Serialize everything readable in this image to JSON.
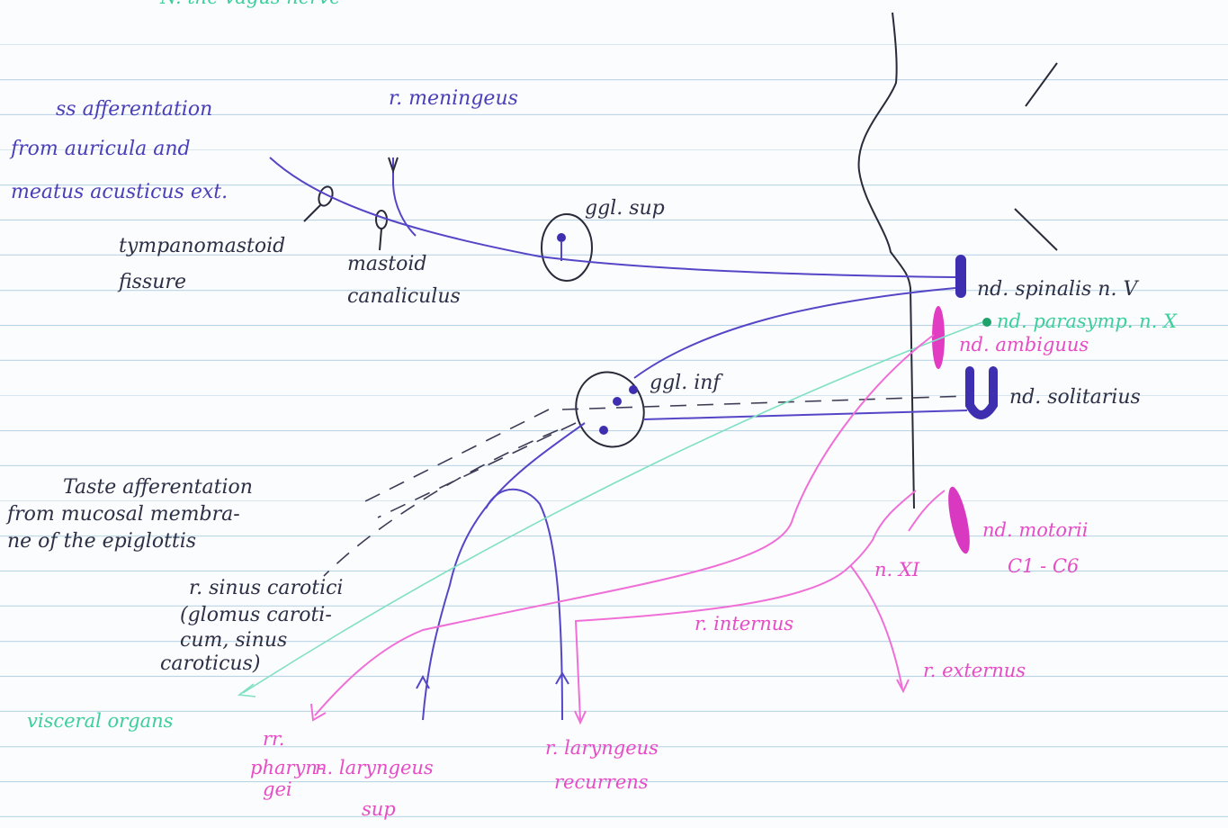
{
  "title": "N. the vagus nerve",
  "labels": {
    "ss_aff_1": "ss afferentation",
    "ss_aff_2": "from auricula and",
    "ss_aff_3": "meatus acusticus ext.",
    "meningeus": "r. meningeus",
    "ggl_sup": "ggl. sup",
    "tympano_1": "tympanomastoid",
    "tympano_2": "fissure",
    "mastoid_1": "mastoid",
    "mastoid_2": "canaliculus",
    "ggl_inf": "ggl. inf",
    "nd_spinalis": "nd. spinalis n. V",
    "nd_parasymp": "nd. parasymp. n. X",
    "nd_ambiguus": "nd. ambiguus",
    "nd_solitarius": "nd. solitarius",
    "taste_1": "Taste afferentation",
    "taste_2": "from mucosal membra-",
    "taste_3": "ne of the epiglottis",
    "sinus_1": "r. sinus carotici",
    "sinus_2": "(glomus caroti-",
    "sinus_3": "cum, sinus",
    "sinus_4": "caroticus)",
    "nd_motorii_1": "nd. motorii",
    "nd_motorii_2": "C1 - C6",
    "n_xi": "n. XI",
    "r_internus": "r. internus",
    "r_externus": "r. externus",
    "visceral": "visceral organs",
    "rr_pharyn_1": "rr.",
    "rr_pharyn_2": "pharyn-",
    "rr_pharyn_3": "gei",
    "n_laryngeus_sup_1": "n. laryngeus",
    "n_laryngeus_sup_2": "sup",
    "r_laryngeus_rec_1": "r. laryngeus",
    "r_laryngeus_rec_2": "recurrens"
  },
  "colors": {
    "ink_black": "#2a2a3a",
    "ink_blue": "#5446c6",
    "ink_pink": "#ef6fd7",
    "ink_green": "#3ccf9b",
    "nucleus_blue": "#3d2fb0",
    "nucleus_pink": "#e23cc2",
    "paper_line": "#b9d4e6"
  }
}
